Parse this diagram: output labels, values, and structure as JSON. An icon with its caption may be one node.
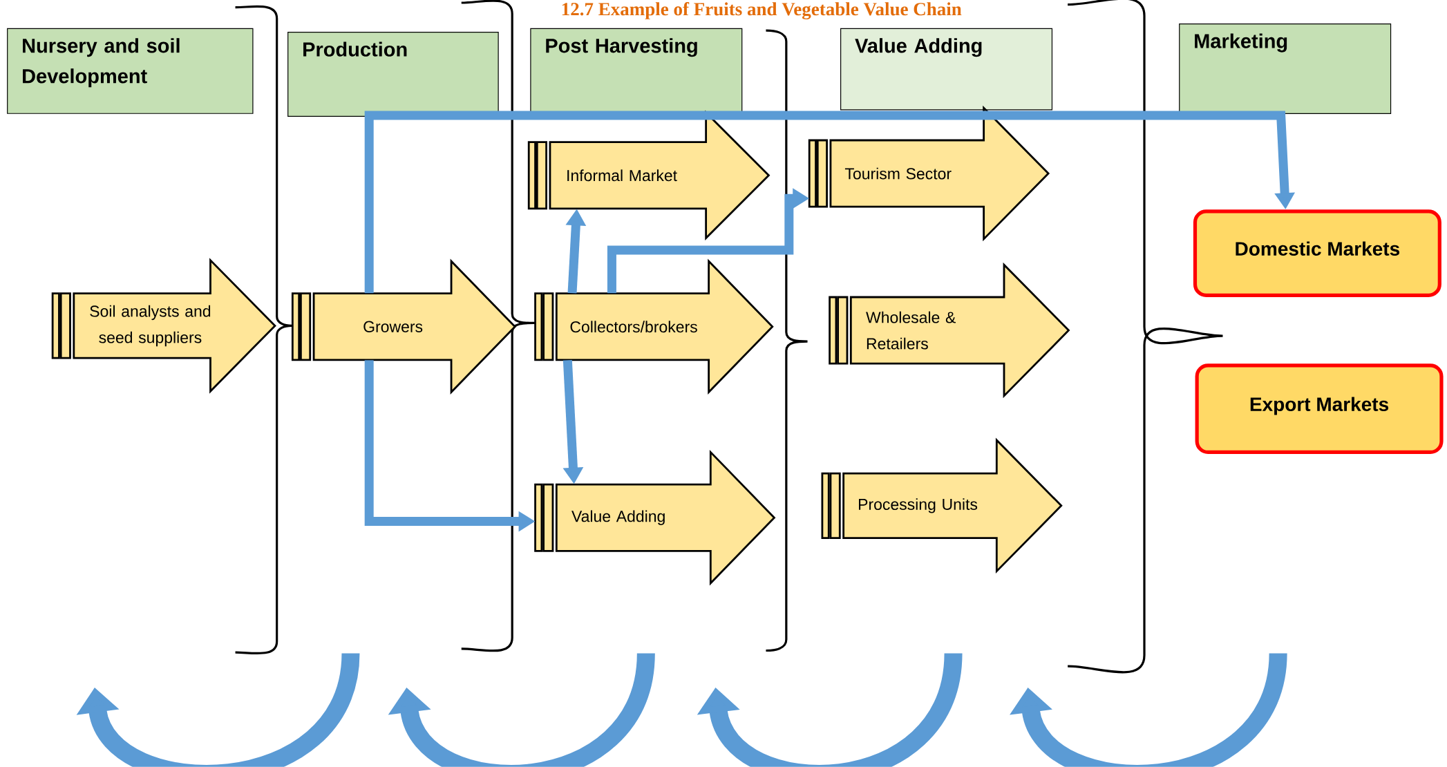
{
  "diagram": {
    "title": "12.7 Example of Fruits and Vegetable Value Chain",
    "nodes": [
      {
        "text": [
          "Nursery and soil Development"
        ]
      },
      {
        "text": [
          "Production"
        ]
      },
      {
        "text": [
          "Post Harvesting"
        ]
      },
      {
        "text": [
          "Value Adding"
        ]
      },
      {
        "text": [
          "Marketing"
        ]
      },
      {
        "text": [
          "Soil analysts and seed suppliers"
        ]
      },
      {
        "text": [
          "Growers"
        ]
      },
      {
        "text": [
          "Informal Market"
        ]
      },
      {
        "text": [
          "Collectors/brokers"
        ]
      },
      {
        "text": [
          "Value Adding"
        ]
      },
      {
        "text": [
          "Tourism Sector"
        ]
      },
      {
        "text": [
          "Wholesale & Retailers"
        ]
      },
      {
        "text": [
          "Processing Units"
        ]
      },
      {
        "text": [
          "Domestic Markets"
        ]
      },
      {
        "text": [
          "Export Markets"
        ]
      }
    ],
    "edges": [
      {
        "from": 6,
        "to": 13,
        "arrow": "to"
      },
      {
        "from": 6,
        "to": 9,
        "arrow": "to"
      },
      {
        "from": 8,
        "to": 7,
        "arrow": "to"
      },
      {
        "from": 8,
        "to": 9,
        "arrow": "to"
      },
      {
        "from": 8,
        "to": 10,
        "arrow": "to"
      }
    ]
  }
}
